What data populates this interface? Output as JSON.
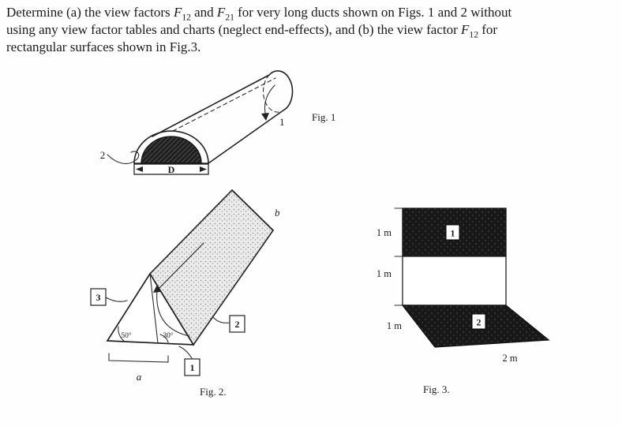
{
  "problem": {
    "line1_pre": "Determine (a) the view factors ",
    "line1_f1": "F",
    "line1_f1_sub": "12",
    "line1_mid": " and ",
    "line1_f2": "F",
    "line1_f2_sub": "21",
    "line1_post": " for very long ducts shown on Figs. 1 and 2 without",
    "line2_pre": "using any view factor tables and charts (neglect end-effects), and (b) the view factor ",
    "line2_f": "F",
    "line2_f_sub": "12",
    "line2_post": " for",
    "line3": "rectangular surfaces shown in Fig.3."
  },
  "fig1": {
    "caption": "Fig. 1",
    "surface2_label": "2",
    "diameter_label": "D",
    "surface1_label": "1"
  },
  "fig2": {
    "caption": "Fig. 2.",
    "length_label": "b",
    "surface3_label": "3",
    "surface2_label": "2",
    "surface1_label": "1",
    "angle_left": "50°",
    "angle_right": "30°",
    "base_label": "a"
  },
  "fig3": {
    "caption": "Fig. 3.",
    "dim_wall_top": "1 m",
    "dim_wall_bottom": "1 m",
    "dim_floor_depth": "1 m",
    "dim_floor_width": "2 m",
    "surface1_label": "1",
    "surface2_label": "2"
  },
  "colors": {
    "ink": "#1b1b1b",
    "dark_fill": "#191919",
    "paper": "#fefefe"
  }
}
